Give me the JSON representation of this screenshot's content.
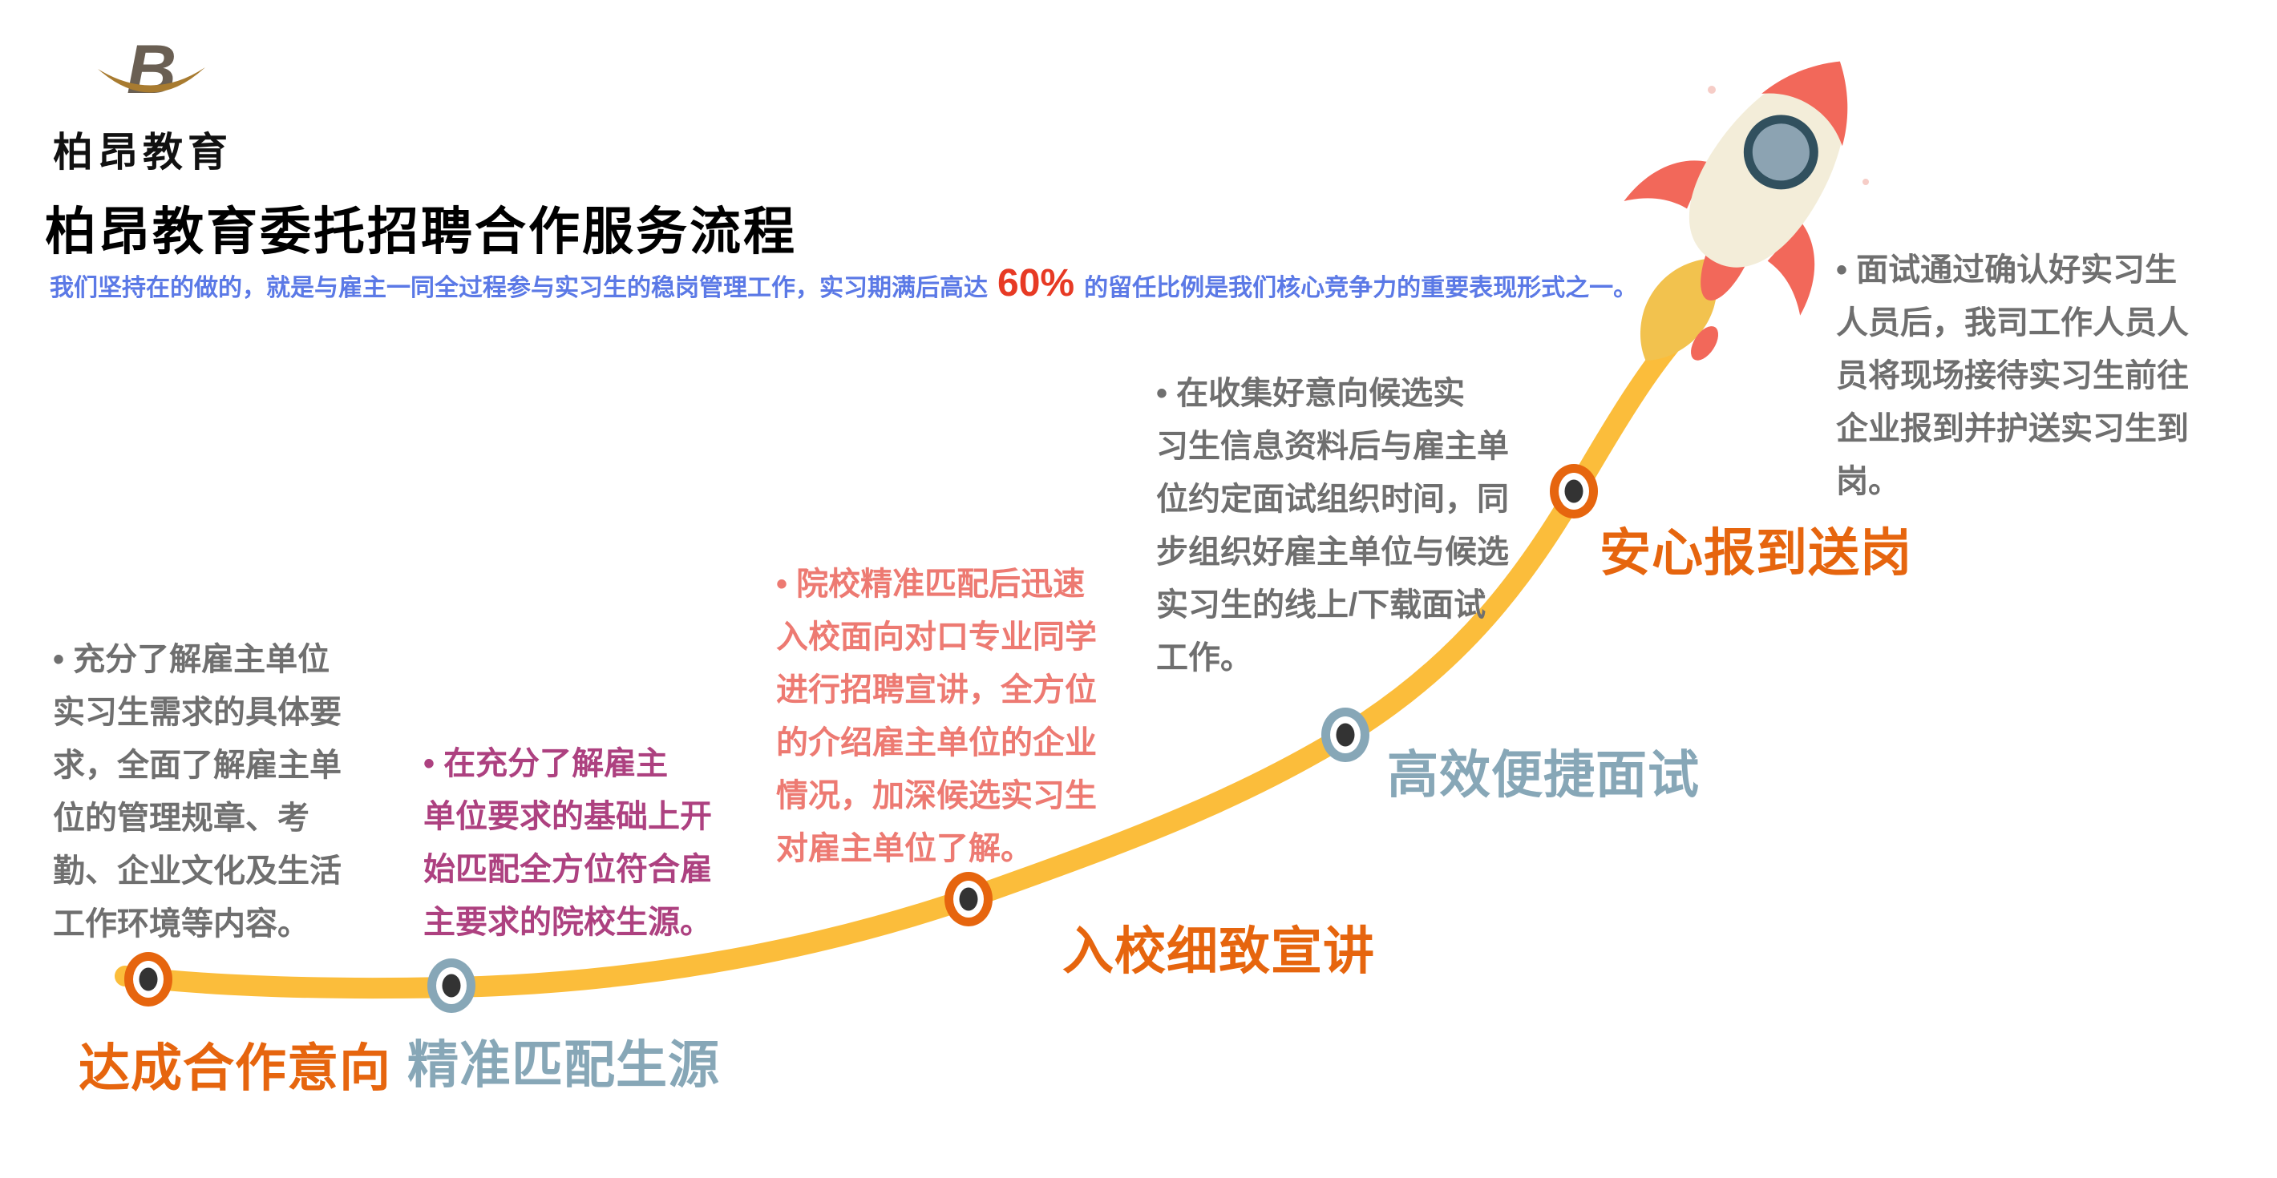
{
  "logo": {
    "brand_text": "柏昂教育",
    "mark_letter": "B"
  },
  "header": {
    "title": "柏昂教育委托招聘合作服务流程",
    "subtitle_prefix": "我们坚持在的做的，就是与雇主一同全过程参与实习生的稳岗管理工作，实习期满后高达",
    "subtitle_highlight": "60%",
    "subtitle_suffix": "的留任比例是我们核心竞争力的重要表现形式之一。"
  },
  "process": {
    "stages": [
      {
        "label": "达成合作意向",
        "label_color": "#E6650E",
        "dot_color": "#E6650E",
        "description": "• 充分了解雇主单位\n实习生需求的具体要\n求，全面了解雇主单\n位的管理规章、考\n勤、企业文化及生活\n工作环境等内容。",
        "description_color": "#6F6F6F"
      },
      {
        "label": "精准匹配生源",
        "label_color": "#87A7B7",
        "dot_color": "#87A7B7",
        "description": "• 在充分了解雇主\n单位要求的基础上开\n始匹配全方位符合雇\n主要求的院校生源。",
        "description_color": "#AD4180"
      },
      {
        "label": "入校细致宣讲",
        "label_color": "#E6650E",
        "dot_color": "#E6650E",
        "description": "• 院校精准匹配后迅速\n入校面向对口专业同学\n进行招聘宣讲，全方位\n的介绍雇主单位的企业\n情况，加深候选实习生\n对雇主单位了解。",
        "description_color": "#ED7A72"
      },
      {
        "label": "高效便捷面试",
        "label_color": "#87A7B7",
        "dot_color": "#87A7B7",
        "description": "• 在收集好意向候选实\n习生信息资料后与雇主单\n位约定面试组织时间，同\n步组织好雇主单位与候选\n实习生的线上/下载面试\n工作。",
        "description_color": "#6F6F6F"
      },
      {
        "label": "安心报到送岗",
        "label_color": "#E6650E",
        "dot_color": "#E6650E",
        "description": "• 面试通过确认好实习生\n人员后，我司工作人员人\n员将现场接待实习生前往\n企业报到并护送实习生到\n岗。",
        "description_color": "#6F6F6F"
      }
    ]
  },
  "colors": {
    "curve": "#FBBD3B",
    "dot_ring": "#FFFFFF",
    "dot_center": "#333333",
    "logo_letter": "#6A5F53",
    "logo_swoosh": "#A87B30",
    "rocket_body": "#F3EDD9",
    "rocket_accent": "#F2685A",
    "rocket_flame": "#F2C24E",
    "porthole": "#8CA3B2",
    "porthole_ring": "#31505E",
    "sparkle": "#F6CDC7"
  }
}
